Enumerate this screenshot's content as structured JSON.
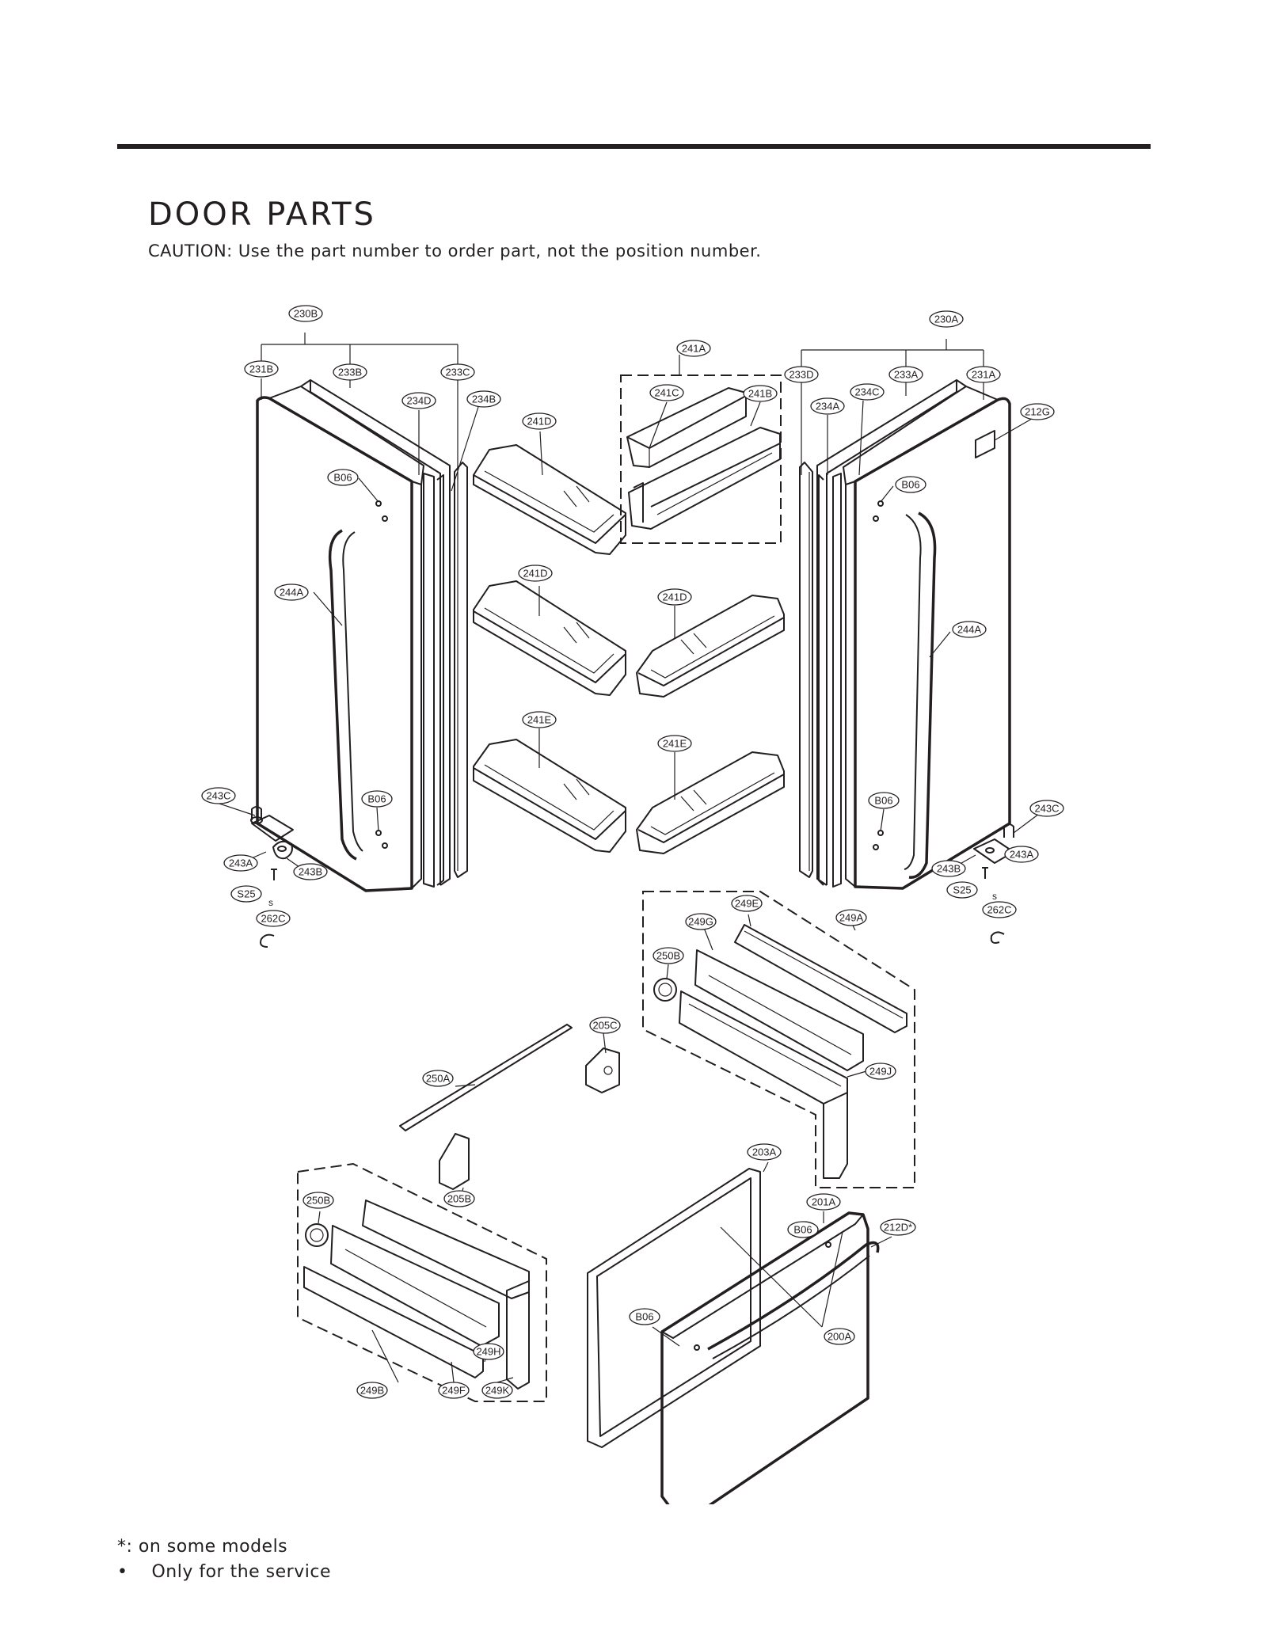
{
  "header": {
    "title": "DOOR PARTS",
    "caution": "CAUTION: Use the part number to order part, not the position number."
  },
  "callouts": {
    "c230B": "230B",
    "c231B": "231B",
    "c233B": "233B",
    "c233C": "233C",
    "c234D": "234D",
    "c234B": "234B",
    "c241A": "241A",
    "c241C": "241C",
    "c241B": "241B",
    "c241D_1": "241D",
    "c241D_2": "241D",
    "c241D_3": "241D",
    "c241E_1": "241E",
    "c241E_2": "241E",
    "c230A": "230A",
    "c233D": "233D",
    "c233A": "233A",
    "c231A": "231A",
    "c234A": "234A",
    "c234C": "234C",
    "c212G": "212G",
    "cB06_1": "B06",
    "cB06_2": "B06",
    "cB06_3": "B06",
    "cB06_4": "B06",
    "cB06_5": "B06",
    "cB06_6": "B06",
    "c244A_L": "244A",
    "c244A_R": "244A",
    "c243C_L": "243C",
    "c243A_L": "243A",
    "c243B_L": "243B",
    "cS25_L": "S25",
    "c262C_L": "262C",
    "c243C_R": "243C",
    "c243A_R": "243A",
    "c243B_R": "243B",
    "cS25_R": "S25",
    "c262C_R": "262C",
    "c249E": "249E",
    "c249G": "249G",
    "c249A": "249A",
    "c250B_R": "250B",
    "c249J": "249J",
    "c205C": "205C",
    "c250A": "250A",
    "c203A": "203A",
    "c201A": "201A",
    "c212D": "212D*",
    "c200A": "200A",
    "c250B_L": "250B",
    "c205B": "205B",
    "c249H": "249H",
    "c249B": "249B",
    "c249F": "249F",
    "c249K": "249K",
    "sL": "s",
    "sR": "s"
  },
  "footnotes": [
    "*: on some models",
    "•    Only for the service"
  ]
}
